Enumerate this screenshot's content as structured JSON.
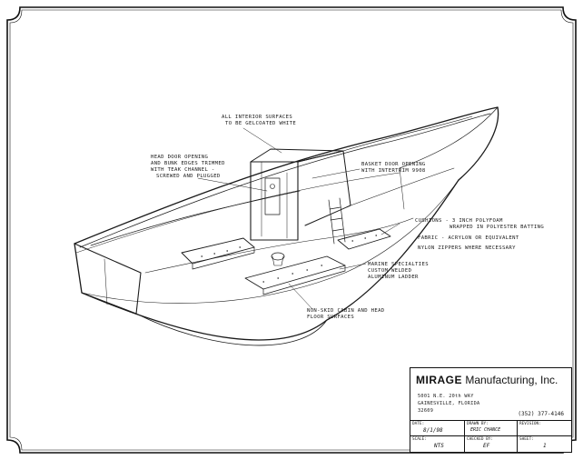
{
  "notes": {
    "interior": [
      "ALL INTERIOR SURFACES",
      "TO BE GELCOATED WHITE"
    ],
    "head_door": [
      "HEAD DOOR OPENING",
      "AND BUNK EDGES TRIMMED",
      "WITH TEAK CHANNEL -",
      "SCREWED AND PLUGGED"
    ],
    "basket_door": [
      "BASKET DOOR OPENING",
      "WITH INTERTRIM 9908"
    ],
    "cushions": [
      "CUSHIONS - 3 INCH POLYFOAM",
      "WRAPPED IN POLYESTER BATTING"
    ],
    "fabric": "FABRIC - ACRYLON OR EQUIVALENT",
    "zippers": "NYLON ZIPPERS WHERE NECESSARY",
    "marine": [
      "MARINE SPECIALTIES",
      "CUSTOM WELDED",
      "ALUMINUM LADDER"
    ],
    "non_skid": [
      "NON-SKID CABIN AND HEAD",
      "FLOOR SURFACES"
    ]
  },
  "title_block": {
    "company_bold": "MIRAGE",
    "company_rest": " Manufacturing, Inc.",
    "address": [
      "5001 N.E. 20th WAY",
      "GAINESVILLE, FLORIDA",
      "32609"
    ],
    "phone": "(352) 377-4146",
    "date_label": "DATE:",
    "date_value": "8/1/98",
    "drawn_label": "DRAWN BY:",
    "drawn_value": "ERIC CHANCE",
    "revision_label": "REVISION:",
    "scale_label": "SCALE:",
    "scale_value": "NTS",
    "checked_label": "CHECKED BY:",
    "checked_value": "EF",
    "sheet_label": "SHEET:",
    "sheet_value": "1"
  }
}
